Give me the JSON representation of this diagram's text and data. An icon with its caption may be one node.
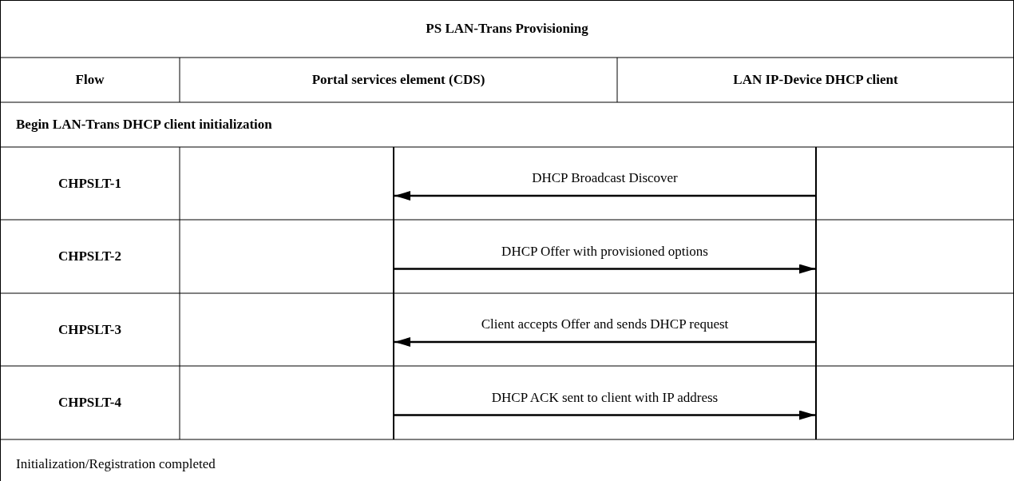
{
  "diagram": {
    "title": "PS LAN-Trans Provisioning",
    "nodes": [
      {
        "text": [],
        "shape": "line"
      },
      {
        "text": [],
        "shape": "line"
      }
    ],
    "edges": [
      {
        "from": 1,
        "to": 0,
        "arrow": "to",
        "label": "DHCP Broadcast Discover"
      },
      {
        "from": 0,
        "to": 1,
        "arrow": "to",
        "label": "DHCP Offer with provisioned options"
      },
      {
        "from": 1,
        "to": 0,
        "arrow": "to",
        "label": "Client accepts Offer and sends DHCP request"
      },
      {
        "from": 0,
        "to": 1,
        "arrow": "to",
        "label": "DHCP ACK sent to client with IP address"
      }
    ],
    "labels": [
      "Flow",
      "Portal services element (CDS)",
      "LAN IP-Device DHCP client",
      "Begin LAN-Trans DHCP client initialization",
      "CHPSLT-1",
      "CHPSLT-2",
      "CHPSLT-3",
      "CHPSLT-4",
      "Initialization/Registration completed"
    ]
  }
}
